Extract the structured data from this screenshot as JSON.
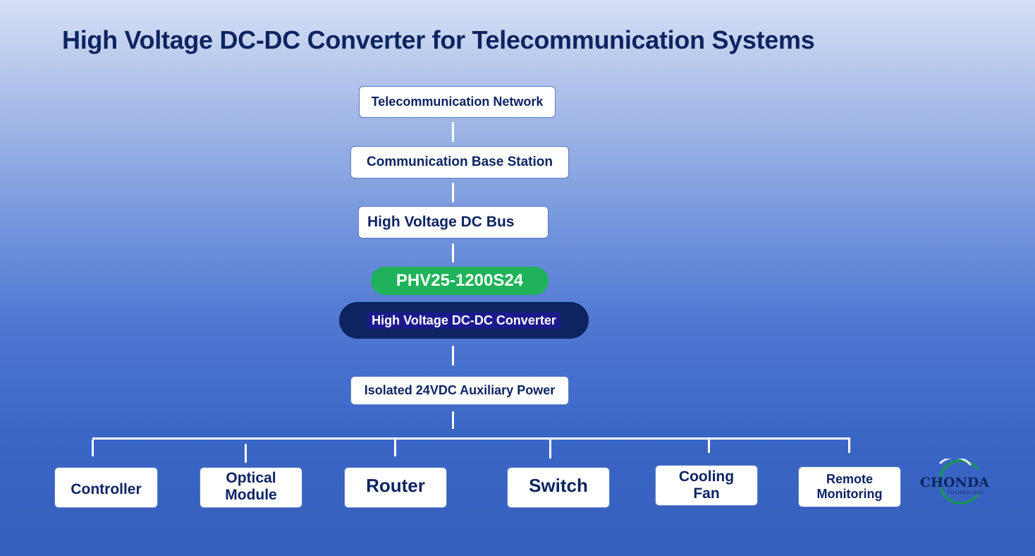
{
  "title": "High Voltage DC-DC Converter for Telecommunication Systems",
  "chain": {
    "network": "Telecommunication Network",
    "base_station": "Communication Base Station",
    "dc_bus": "High Voltage DC Bus",
    "model": "PHV25-1200S24",
    "converter": "High Voltage DC-DC Converter",
    "aux_power": "Isolated 24VDC Auxiliary Power"
  },
  "loads": {
    "controller": "Controller",
    "optical_module": [
      "Optical",
      "Module"
    ],
    "router": "Router",
    "switch": "Switch",
    "cooling_fan": [
      "Cooling",
      "Fan"
    ],
    "remote_monitoring": [
      "Remote",
      "Monitoring"
    ]
  },
  "logo": {
    "name": "CHONDA",
    "tagline": "TECHNOLOGY"
  },
  "colors": {
    "title": "#0d2461",
    "model_pill": "#1fb25a",
    "converter_pill": "#0d2461",
    "connector": "#ffffff"
  }
}
